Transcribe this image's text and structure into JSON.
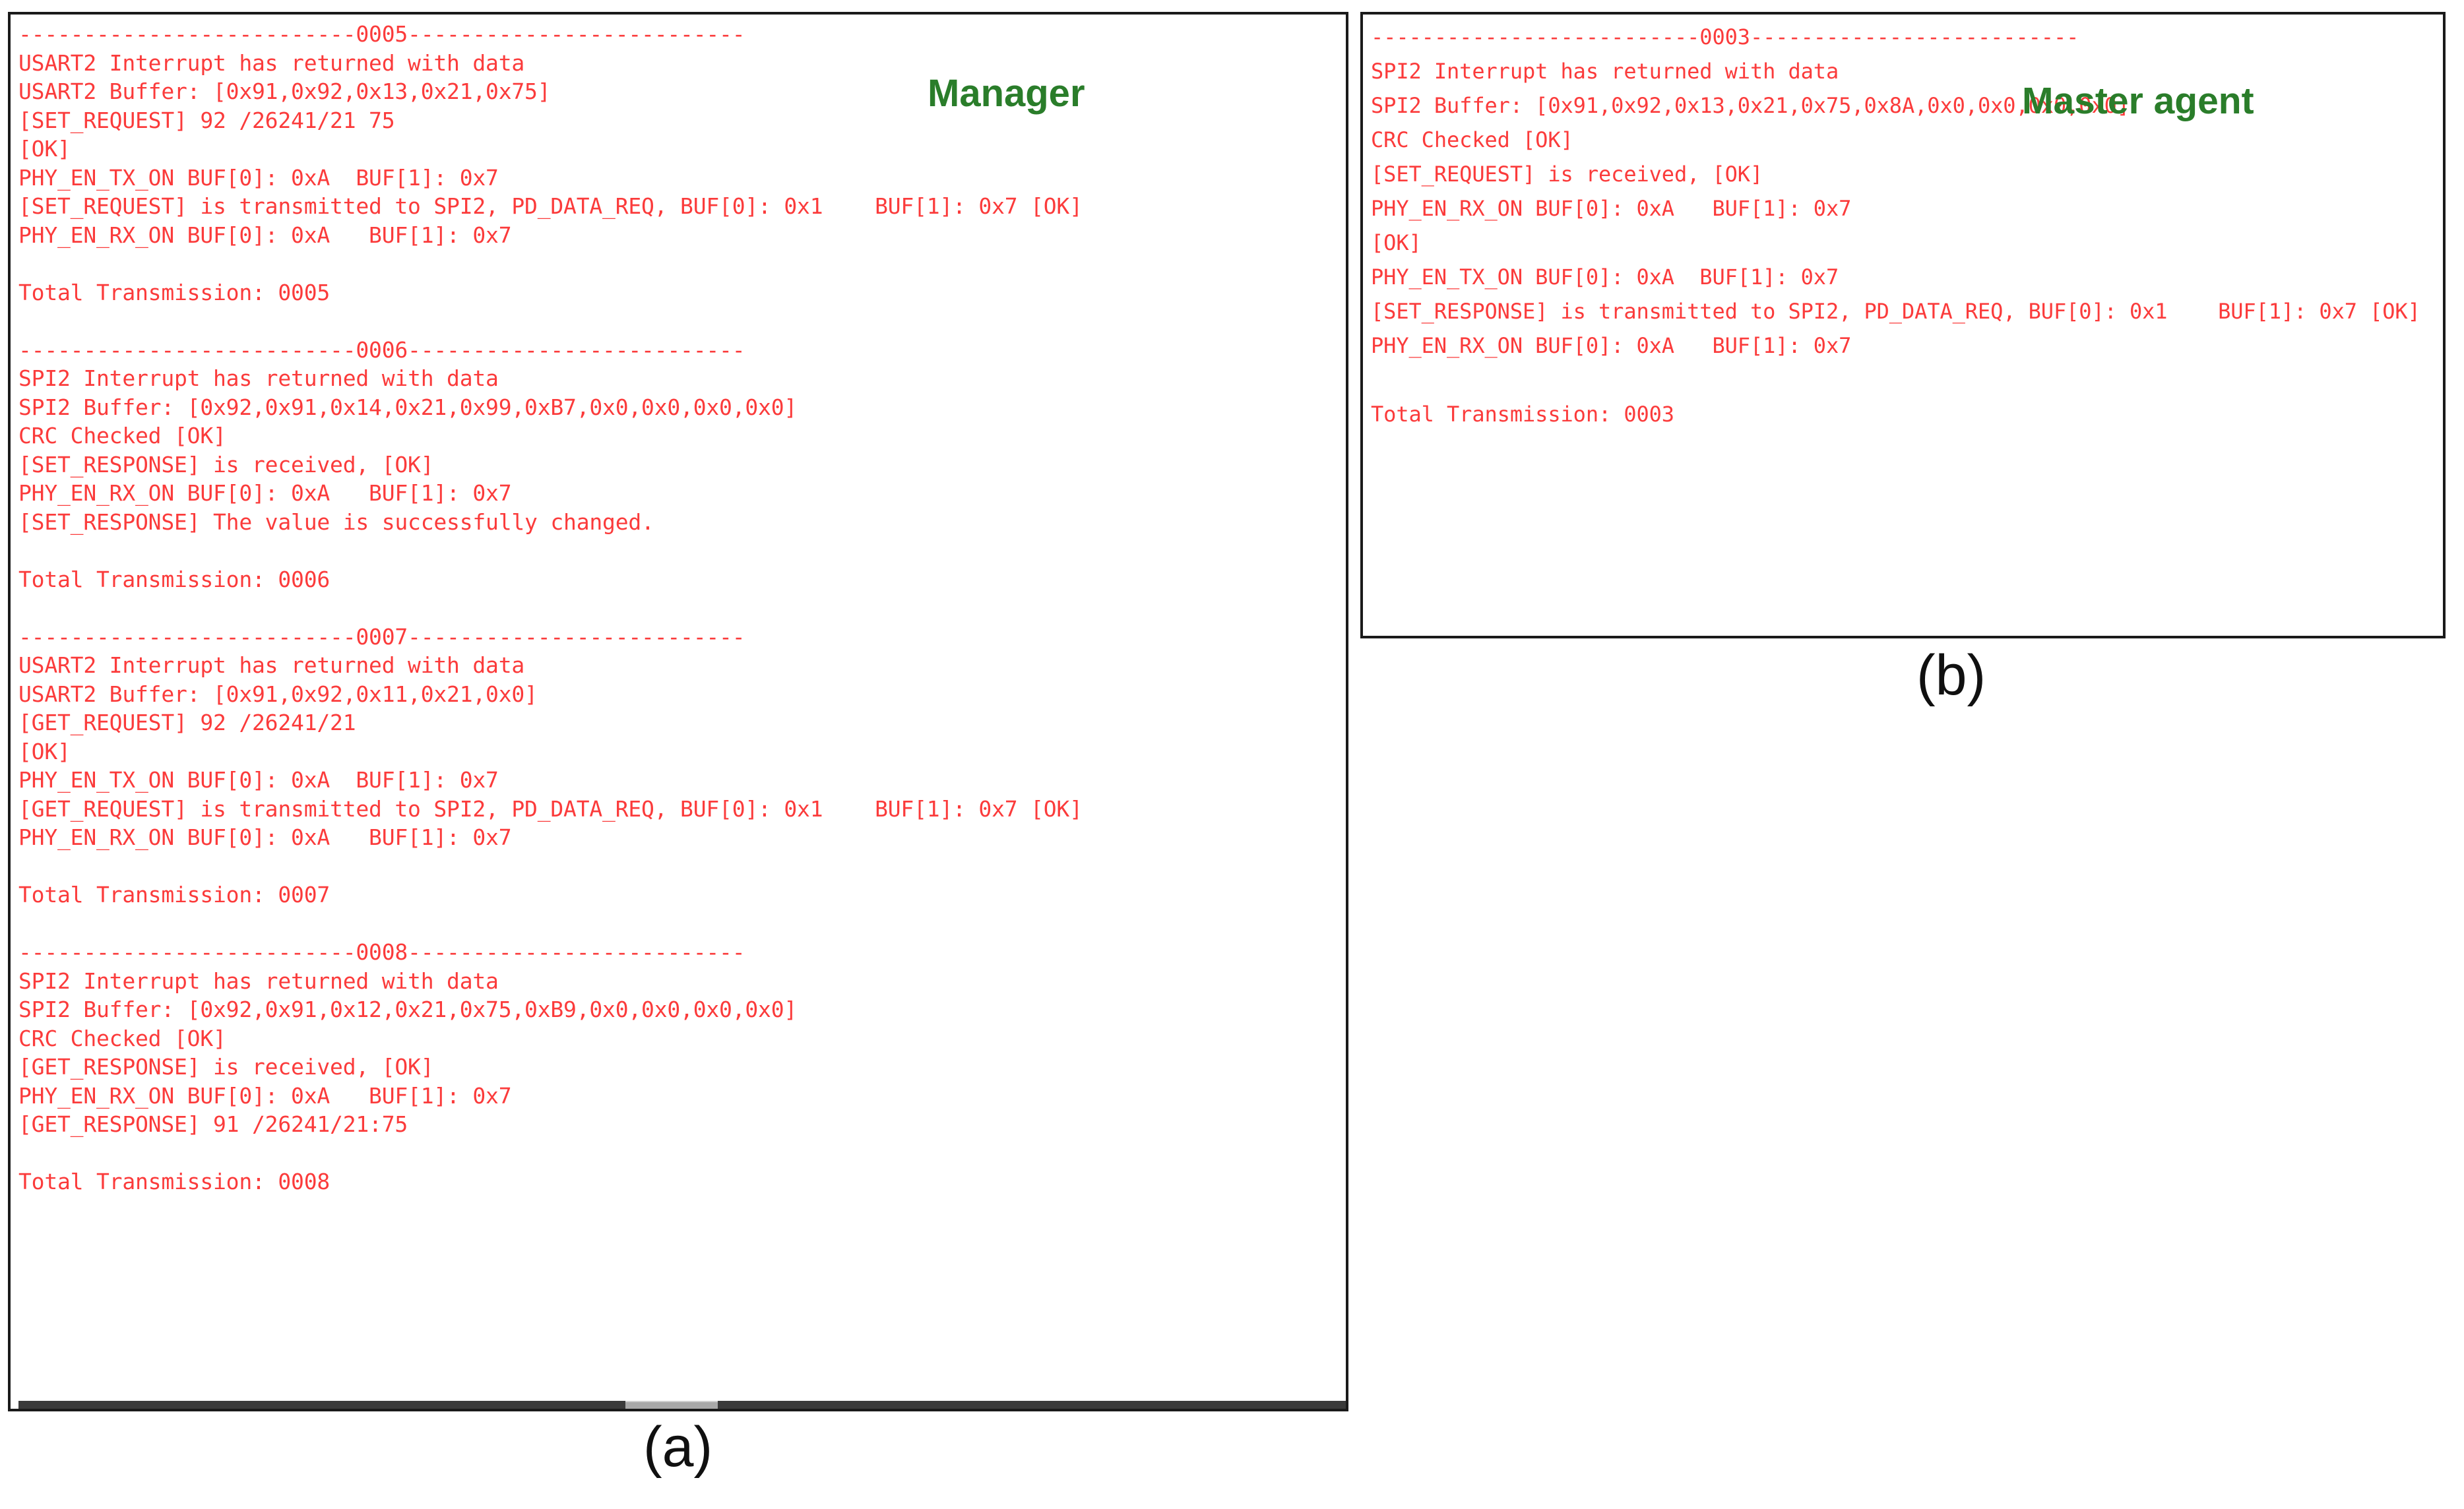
{
  "figure": {
    "captions": [
      {
        "id": "a",
        "text": "(a)"
      },
      {
        "id": "b",
        "text": "(b)"
      }
    ]
  },
  "colors": {
    "console_text": "#fb3b3b",
    "role_label": "#2a7d2a",
    "panel_border": "#1a1a1a",
    "background": "#ffffff",
    "caption": "#101010",
    "scrollbar_thumb": "#a8a8a8",
    "scrollbar_track": "#3a3a3a"
  },
  "panel_a": {
    "role_label": "Manager",
    "scrollbar": {
      "orientation": "horizontal",
      "present": true
    },
    "blocks": [
      {
        "separator": "--------------------------0005--------------------------",
        "index": "0005",
        "lines": [
          "USART2 Interrupt has returned with data",
          "USART2 Buffer: [0x91,0x92,0x13,0x21,0x75]",
          "[SET_REQUEST] 92 /26241/21 75",
          "[OK]",
          "PHY_EN_TX_ON BUF[0]: 0xA  BUF[1]: 0x7",
          "[SET_REQUEST] is transmitted to SPI2, PD_DATA_REQ, BUF[0]: 0x1    BUF[1]: 0x7 [OK]",
          "PHY_EN_RX_ON BUF[0]: 0xA   BUF[1]: 0x7",
          "",
          "Total Transmission: 0005",
          ""
        ]
      },
      {
        "separator": "--------------------------0006--------------------------",
        "index": "0006",
        "lines": [
          "SPI2 Interrupt has returned with data",
          "SPI2 Buffer: [0x92,0x91,0x14,0x21,0x99,0xB7,0x0,0x0,0x0,0x0]",
          "CRC Checked [OK]",
          "[SET_RESPONSE] is received, [OK]",
          "PHY_EN_RX_ON BUF[0]: 0xA   BUF[1]: 0x7",
          "[SET_RESPONSE] The value is successfully changed.",
          "",
          "Total Transmission: 0006",
          ""
        ]
      },
      {
        "separator": "--------------------------0007--------------------------",
        "index": "0007",
        "lines": [
          "USART2 Interrupt has returned with data",
          "USART2 Buffer: [0x91,0x92,0x11,0x21,0x0]",
          "[GET_REQUEST] 92 /26241/21",
          "[OK]",
          "PHY_EN_TX_ON BUF[0]: 0xA  BUF[1]: 0x7",
          "[GET_REQUEST] is transmitted to SPI2, PD_DATA_REQ, BUF[0]: 0x1    BUF[1]: 0x7 [OK]",
          "PHY_EN_RX_ON BUF[0]: 0xA   BUF[1]: 0x7",
          "",
          "Total Transmission: 0007",
          ""
        ]
      },
      {
        "separator": "--------------------------0008--------------------------",
        "index": "0008",
        "lines": [
          "SPI2 Interrupt has returned with data",
          "SPI2 Buffer: [0x92,0x91,0x12,0x21,0x75,0xB9,0x0,0x0,0x0,0x0]",
          "CRC Checked [OK]",
          "[GET_RESPONSE] is received, [OK]",
          "PHY_EN_RX_ON BUF[0]: 0xA   BUF[1]: 0x7",
          "[GET_RESPONSE] 91 /26241/21:75",
          "",
          "Total Transmission: 0008"
        ]
      }
    ]
  },
  "panel_b": {
    "role_label": "Master agent",
    "blocks": [
      {
        "separator": "--------------------------0003--------------------------",
        "index": "0003",
        "lines": [
          "SPI2 Interrupt has returned with data",
          "SPI2 Buffer: [0x91,0x92,0x13,0x21,0x75,0x8A,0x0,0x0,0x0,0x0]",
          "CRC Checked [OK]",
          "[SET_REQUEST] is received, [OK]",
          "PHY_EN_RX_ON BUF[0]: 0xA   BUF[1]: 0x7",
          "[OK]",
          "PHY_EN_TX_ON BUF[0]: 0xA  BUF[1]: 0x7",
          "[SET_RESPONSE] is transmitted to SPI2, PD_DATA_REQ, BUF[0]: 0x1    BUF[1]: 0x7 [OK]",
          "PHY_EN_RX_ON BUF[0]: 0xA   BUF[1]: 0x7",
          "",
          "Total Transmission: 0003"
        ]
      }
    ]
  }
}
